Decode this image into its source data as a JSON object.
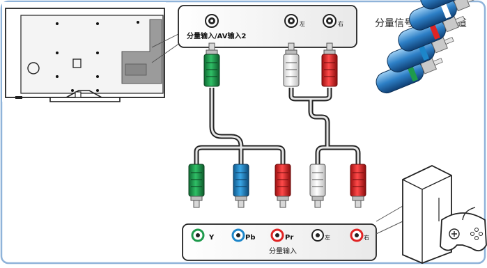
{
  "tv_panel": {
    "input_label": "分量输入/AV输入2",
    "left_label": "左",
    "right_label": "右"
  },
  "header": {
    "signal_label": "分量信号 & 左右声道"
  },
  "source_panel": {
    "title": "分量输入",
    "ports": [
      {
        "label": "Y",
        "color": "#1e9a4c"
      },
      {
        "label": "Pb",
        "color": "#1d86c9"
      },
      {
        "label": "Pr",
        "color": "#e02424"
      },
      {
        "label": "左",
        "color": "#ffffff"
      },
      {
        "label": "右",
        "color": "#e02424"
      }
    ]
  },
  "colors": {
    "frame": "#8fb3d9",
    "cable": "#222222",
    "green": "#1e9a4c",
    "blue": "#1d86c9",
    "red": "#e02424",
    "white": "#f4f4f4"
  }
}
